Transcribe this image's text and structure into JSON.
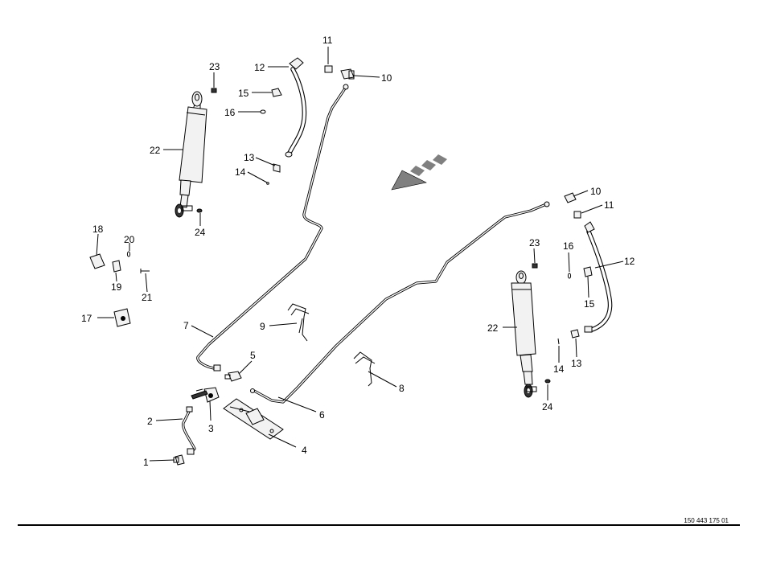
{
  "drawing_number": "150 443 175 01",
  "callouts": {
    "c1": "1",
    "c2": "2",
    "c3": "3",
    "c4": "4",
    "c5": "5",
    "c6": "6",
    "c7": "7",
    "c8": "8",
    "c9": "9",
    "c10a": "10",
    "c10b": "10",
    "c11a": "11",
    "c11b": "11",
    "c12a": "12",
    "c12b": "12",
    "c13a": "13",
    "c13b": "13",
    "c14a": "14",
    "c14b": "14",
    "c15a": "15",
    "c15b": "15",
    "c16a": "16",
    "c16b": "16",
    "c17": "17",
    "c18": "18",
    "c19": "19",
    "c20": "20",
    "c21": "21",
    "c22a": "22",
    "c22b": "22",
    "c23a": "23",
    "c23b": "23",
    "c24a": "24",
    "c24b": "24"
  }
}
